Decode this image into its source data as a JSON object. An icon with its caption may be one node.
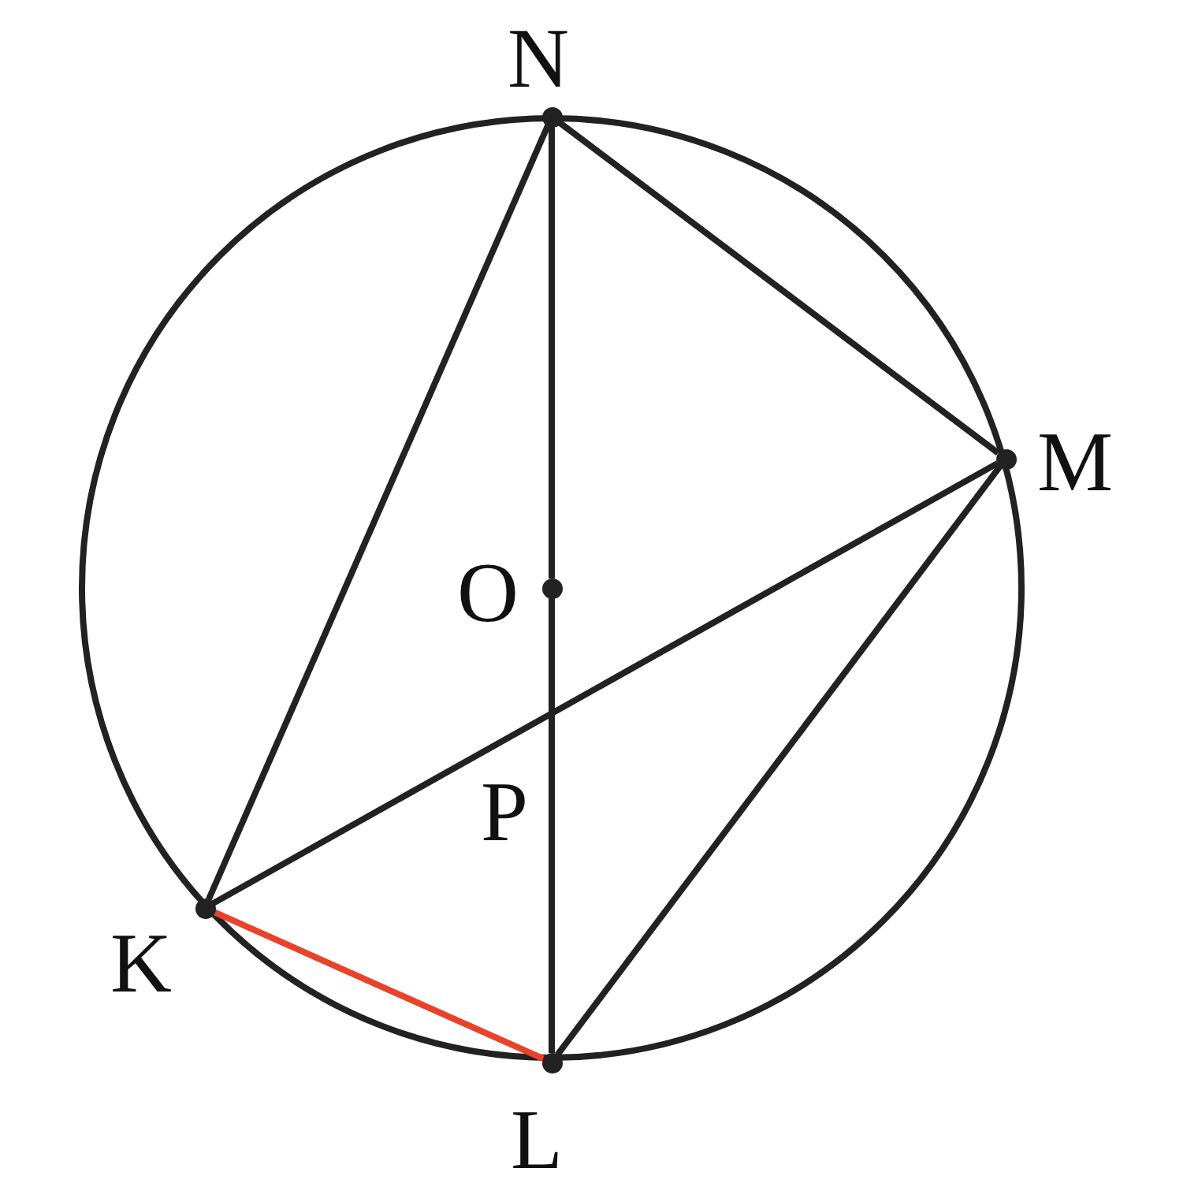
{
  "diagram": {
    "nodes": [
      {
        "text": [
          "N"
        ]
      },
      {
        "text": [
          "M"
        ]
      },
      {
        "text": [
          "O"
        ]
      },
      {
        "text": [
          "K"
        ]
      },
      {
        "text": [
          "L"
        ]
      }
    ],
    "edges": [
      {
        "from": 0,
        "to": 2,
        "arrow": "none"
      },
      {
        "from": 2,
        "to": 4,
        "arrow": "none"
      },
      {
        "from": 0,
        "to": 1,
        "arrow": "none"
      },
      {
        "from": 0,
        "to": 3,
        "arrow": "none"
      },
      {
        "from": 3,
        "to": 1,
        "arrow": "none"
      },
      {
        "from": 1,
        "to": 4,
        "arrow": "none"
      },
      {
        "from": 3,
        "to": 4,
        "arrow": "none",
        "color": "#e8432a"
      }
    ],
    "labels": [
      "P"
    ]
  }
}
